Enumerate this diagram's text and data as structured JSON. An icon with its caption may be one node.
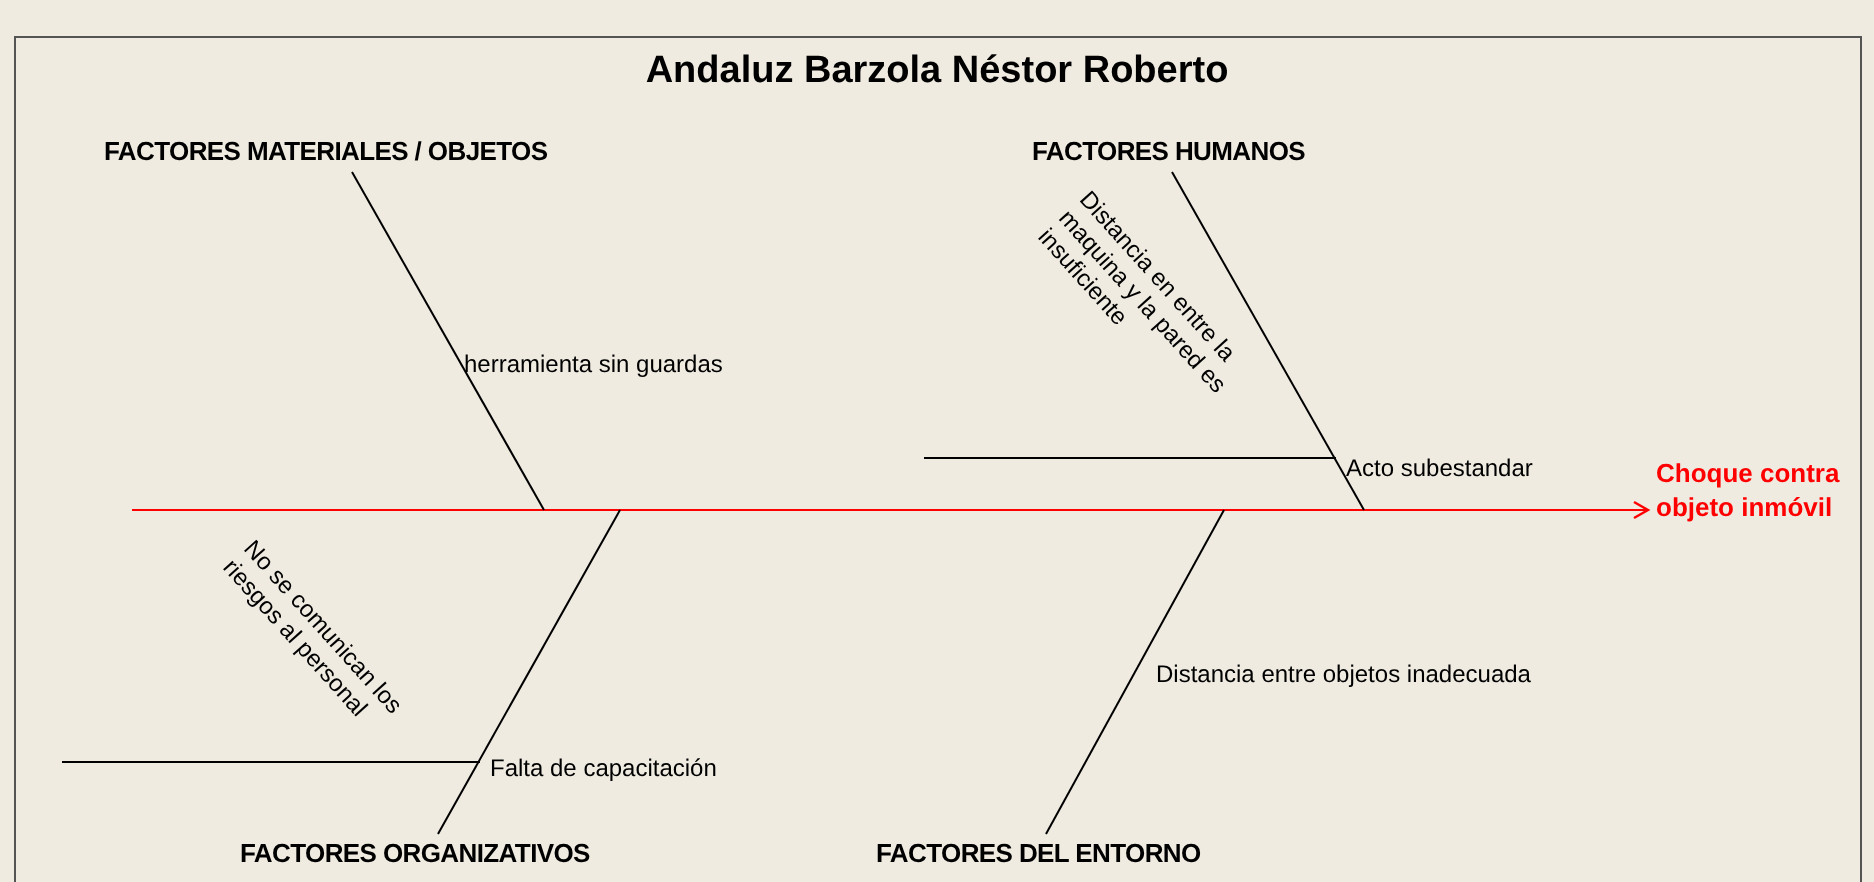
{
  "diagram": {
    "title": "Andaluz Barzola Néstor Roberto",
    "nodes": [
      {
        "text": [
          "FACTORES MATERIALES / OBJETOS"
        ]
      },
      {
        "text": [
          "FACTORES HUMANOS"
        ]
      },
      {
        "text": [
          "Choque contra objeto inmóvil"
        ]
      },
      {
        "text": [
          "FACTORES ORGANIZATIVOS"
        ]
      },
      {
        "text": [
          "FACTORES DEL ENTORNO"
        ]
      }
    ],
    "edges": [
      {
        "from": null,
        "to": 2,
        "arrow": "to",
        "color": "#ff0000"
      },
      {
        "from": 0,
        "to": null,
        "arrow": "none"
      },
      {
        "from": 1,
        "to": null,
        "arrow": "none"
      },
      {
        "from": 3,
        "to": null,
        "arrow": "none"
      },
      {
        "from": 4,
        "to": null,
        "arrow": "none"
      }
    ],
    "labels": [
      "Distancia en entre la maquina y la pared es insuficiente",
      "herramienta sin guardas",
      "Acto subestandar",
      "No se comunican los riesgos al personal",
      "Distancia entre objetos inadecuada",
      "Falta de capacitación"
    ]
  }
}
